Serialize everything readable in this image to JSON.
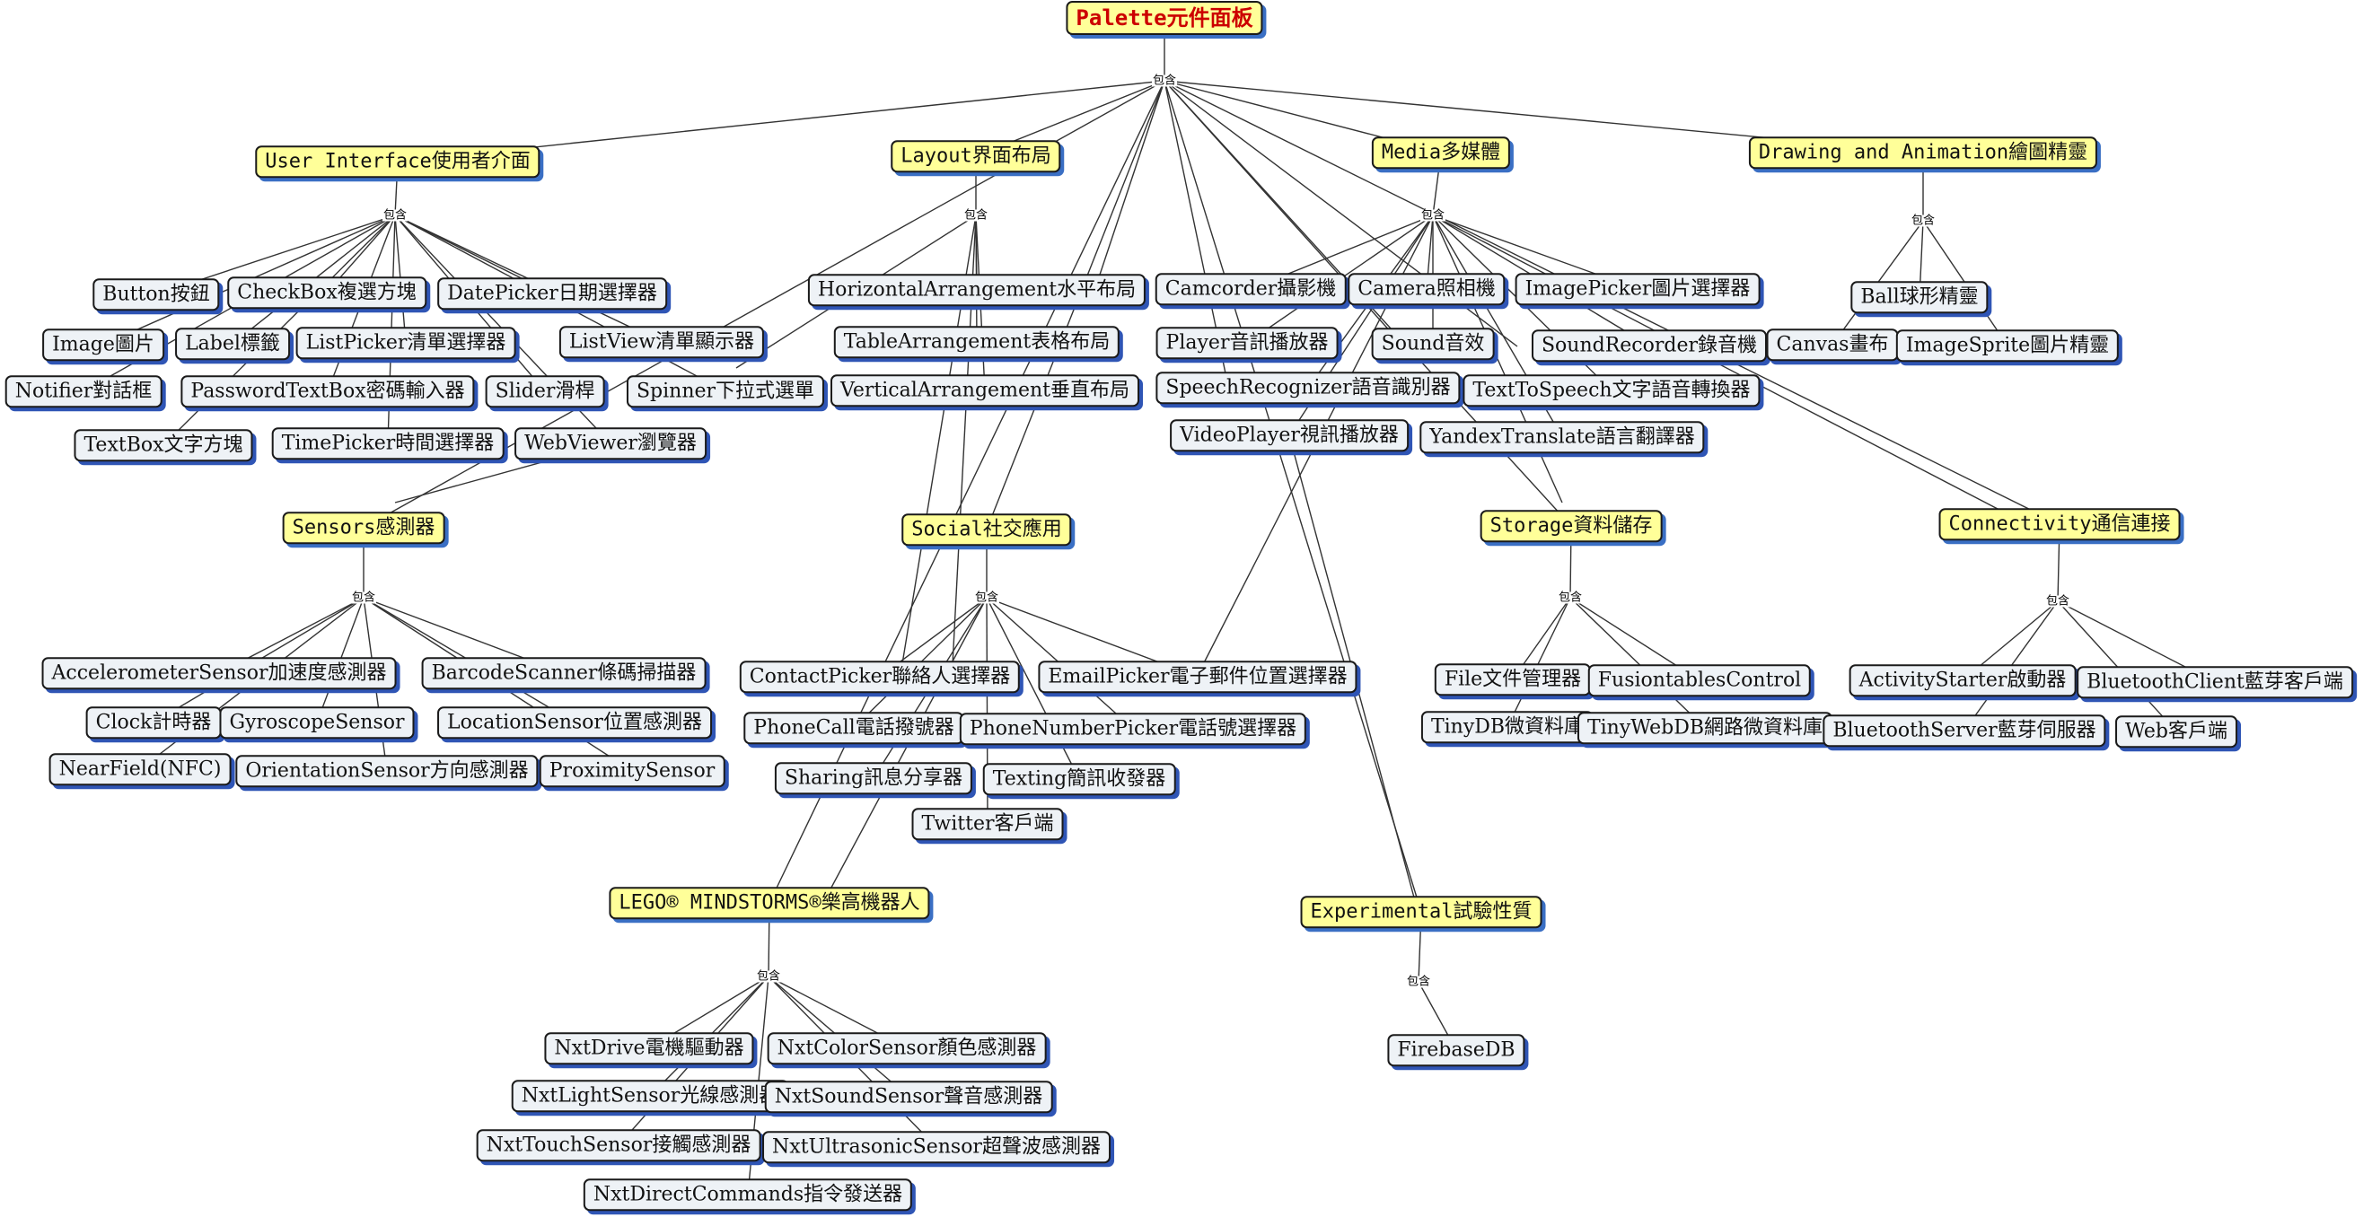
{
  "root": {
    "id": "root",
    "label": "Palette元件面板"
  },
  "hub_label": "包含",
  "categories": [
    {
      "id": "ui",
      "label": "User Interface使用者介面"
    },
    {
      "id": "layout",
      "label": "Layout界面布局"
    },
    {
      "id": "media",
      "label": "Media多媒體"
    },
    {
      "id": "drawing",
      "label": "Drawing and Animation繪圖精靈"
    },
    {
      "id": "sensors",
      "label": "Sensors感測器"
    },
    {
      "id": "social",
      "label": "Social社交應用"
    },
    {
      "id": "storage",
      "label": "Storage資料儲存"
    },
    {
      "id": "connectivity",
      "label": "Connectivity通信連接"
    },
    {
      "id": "lego",
      "label": "LEGO® MINDSTORMS®樂高機器人"
    },
    {
      "id": "experimental",
      "label": "Experimental試驗性質"
    }
  ],
  "components": [
    {
      "id": "button",
      "cat": "ui",
      "label": "Button按鈕"
    },
    {
      "id": "checkbox",
      "cat": "ui",
      "label": "CheckBox複選方塊"
    },
    {
      "id": "datepicker",
      "cat": "ui",
      "label": "DatePicker日期選擇器"
    },
    {
      "id": "image",
      "cat": "ui",
      "label": "Image圖片"
    },
    {
      "id": "label",
      "cat": "ui",
      "label": "Label標籤"
    },
    {
      "id": "listpicker",
      "cat": "ui",
      "label": "ListPicker清單選擇器"
    },
    {
      "id": "listview",
      "cat": "ui",
      "label": "ListView清單顯示器"
    },
    {
      "id": "notifier",
      "cat": "ui",
      "label": "Notifier對話框"
    },
    {
      "id": "passwordtextbox",
      "cat": "ui",
      "label": "PasswordTextBox密碼輸入器"
    },
    {
      "id": "slider",
      "cat": "ui",
      "label": "Slider滑桿"
    },
    {
      "id": "spinner",
      "cat": "ui",
      "label": "Spinner下拉式選單"
    },
    {
      "id": "textbox",
      "cat": "ui",
      "label": "TextBox文字方塊"
    },
    {
      "id": "timepicker",
      "cat": "ui",
      "label": "TimePicker時間選擇器"
    },
    {
      "id": "webviewer",
      "cat": "ui",
      "label": "WebViewer瀏覽器"
    },
    {
      "id": "horizontal",
      "cat": "layout",
      "label": "HorizontalArrangement水平布局"
    },
    {
      "id": "table",
      "cat": "layout",
      "label": "TableArrangement表格布局"
    },
    {
      "id": "vertical",
      "cat": "layout",
      "label": "VerticalArrangement垂直布局"
    },
    {
      "id": "camcorder",
      "cat": "media",
      "label": "Camcorder攝影機"
    },
    {
      "id": "camera",
      "cat": "media",
      "label": "Camera照相機"
    },
    {
      "id": "imagepicker",
      "cat": "media",
      "label": "ImagePicker圖片選擇器"
    },
    {
      "id": "player",
      "cat": "media",
      "label": "Player音訊播放器"
    },
    {
      "id": "sound",
      "cat": "media",
      "label": "Sound音效"
    },
    {
      "id": "soundrecorder",
      "cat": "media",
      "label": "SoundRecorder錄音機"
    },
    {
      "id": "speechrecognizer",
      "cat": "media",
      "label": "SpeechRecognizer語音識別器"
    },
    {
      "id": "texttospeech",
      "cat": "media",
      "label": "TextToSpeech文字語音轉換器"
    },
    {
      "id": "videoplayer",
      "cat": "media",
      "label": "VideoPlayer視訊播放器"
    },
    {
      "id": "yandex",
      "cat": "media",
      "label": "YandexTranslate語言翻譯器"
    },
    {
      "id": "ball",
      "cat": "drawing",
      "label": "Ball球形精靈"
    },
    {
      "id": "canvas",
      "cat": "drawing",
      "label": "Canvas畫布"
    },
    {
      "id": "imagesprite",
      "cat": "drawing",
      "label": "ImageSprite圖片精靈"
    },
    {
      "id": "accelerometer",
      "cat": "sensors",
      "label": "AccelerometerSensor加速度感測器"
    },
    {
      "id": "barcode",
      "cat": "sensors",
      "label": "BarcodeScanner條碼掃描器"
    },
    {
      "id": "clock",
      "cat": "sensors",
      "label": "Clock計時器"
    },
    {
      "id": "gyroscope",
      "cat": "sensors",
      "label": "GyroscopeSensor"
    },
    {
      "id": "location",
      "cat": "sensors",
      "label": "LocationSensor位置感測器"
    },
    {
      "id": "nearfield",
      "cat": "sensors",
      "label": "NearField(NFC)"
    },
    {
      "id": "orientation",
      "cat": "sensors",
      "label": "OrientationSensor方向感測器"
    },
    {
      "id": "proximity",
      "cat": "sensors",
      "label": "ProximitySensor"
    },
    {
      "id": "contactpicker",
      "cat": "social",
      "label": "ContactPicker聯絡人選擇器"
    },
    {
      "id": "emailpicker",
      "cat": "social",
      "label": "EmailPicker電子郵件位置選擇器"
    },
    {
      "id": "phonecall",
      "cat": "social",
      "label": "PhoneCall電話撥號器"
    },
    {
      "id": "phonenumberpicker",
      "cat": "social",
      "label": "PhoneNumberPicker電話號選擇器"
    },
    {
      "id": "sharing",
      "cat": "social",
      "label": "Sharing訊息分享器"
    },
    {
      "id": "texting",
      "cat": "social",
      "label": "Texting簡訊收發器"
    },
    {
      "id": "twitter",
      "cat": "social",
      "label": "Twitter客戶端"
    },
    {
      "id": "file",
      "cat": "storage",
      "label": "File文件管理器"
    },
    {
      "id": "fusiontables",
      "cat": "storage",
      "label": "FusiontablesControl"
    },
    {
      "id": "tinydb",
      "cat": "storage",
      "label": "TinyDB微資料庫"
    },
    {
      "id": "tinywebdb",
      "cat": "storage",
      "label": "TinyWebDB網路微資料庫"
    },
    {
      "id": "activitystarter",
      "cat": "connectivity",
      "label": "ActivityStarter啟動器"
    },
    {
      "id": "bluetoothclient",
      "cat": "connectivity",
      "label": "BluetoothClient藍芽客戶端"
    },
    {
      "id": "bluetoothserver",
      "cat": "connectivity",
      "label": "BluetoothServer藍芽伺服器"
    },
    {
      "id": "web",
      "cat": "connectivity",
      "label": "Web客戶端"
    },
    {
      "id": "nxtdrive",
      "cat": "lego",
      "label": "NxtDrive電機驅動器"
    },
    {
      "id": "nxtcolor",
      "cat": "lego",
      "label": "NxtColorSensor顏色感測器"
    },
    {
      "id": "nxtlight",
      "cat": "lego",
      "label": "NxtLightSensor光線感測器"
    },
    {
      "id": "nxtsound",
      "cat": "lego",
      "label": "NxtSoundSensor聲音感測器"
    },
    {
      "id": "nxttouch",
      "cat": "lego",
      "label": "NxtTouchSensor接觸感測器"
    },
    {
      "id": "nxtultrasonic",
      "cat": "lego",
      "label": "NxtUltrasonicSensor超聲波感測器"
    },
    {
      "id": "nxtdirect",
      "cat": "lego",
      "label": "NxtDirectCommands指令發送器"
    },
    {
      "id": "firebasedb",
      "cat": "experimental",
      "label": "FirebaseDB"
    }
  ],
  "colors": {
    "category_fill": "#ffff99",
    "root_text": "#cc0000",
    "leaf_fill": "#eef2f6",
    "shadow": "#2f55b5",
    "line": "#333333"
  }
}
